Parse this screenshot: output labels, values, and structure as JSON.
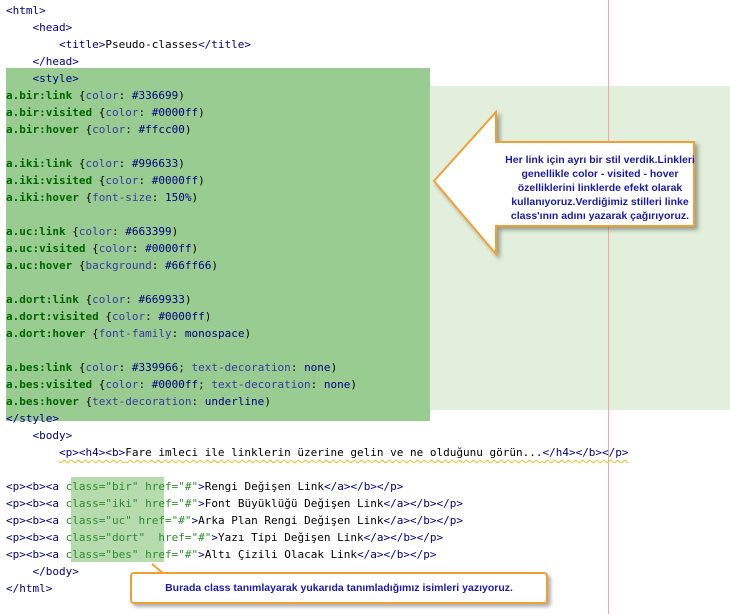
{
  "code_lines": [
    [
      {
        "t": "<html>",
        "c": "tag"
      }
    ],
    [
      {
        "t": "    "
      },
      {
        "t": "<head>",
        "c": "tag"
      }
    ],
    [
      {
        "t": "        "
      },
      {
        "t": "<title>",
        "c": "tag"
      },
      {
        "t": "Pseudo-classes",
        "c": "txt"
      },
      {
        "t": "</title>",
        "c": "tag"
      }
    ],
    [
      {
        "t": "    "
      },
      {
        "t": "</head>",
        "c": "tag"
      }
    ],
    [
      {
        "t": "    "
      },
      {
        "t": "<style>",
        "c": "tag"
      }
    ],
    [
      {
        "t": "a.bir:link",
        "c": "sel"
      },
      {
        "t": " {"
      },
      {
        "t": "color",
        "c": "prop"
      },
      {
        "t": ": "
      },
      {
        "t": "#336699",
        "c": "val"
      },
      {
        "t": ")"
      }
    ],
    [
      {
        "t": "a.bir:visited",
        "c": "sel"
      },
      {
        "t": " {"
      },
      {
        "t": "color",
        "c": "prop"
      },
      {
        "t": ": "
      },
      {
        "t": "#0000ff",
        "c": "val"
      },
      {
        "t": ")"
      }
    ],
    [
      {
        "t": "a.bir:hover",
        "c": "sel"
      },
      {
        "t": " {"
      },
      {
        "t": "color",
        "c": "prop"
      },
      {
        "t": ": "
      },
      {
        "t": "#ffcc00",
        "c": "val"
      },
      {
        "t": ")"
      }
    ],
    [
      {
        "t": ""
      }
    ],
    [
      {
        "t": "a.iki:link",
        "c": "sel"
      },
      {
        "t": " {"
      },
      {
        "t": "color",
        "c": "prop"
      },
      {
        "t": ": "
      },
      {
        "t": "#996633",
        "c": "val"
      },
      {
        "t": ")"
      }
    ],
    [
      {
        "t": "a.iki:visited",
        "c": "sel"
      },
      {
        "t": " {"
      },
      {
        "t": "color",
        "c": "prop"
      },
      {
        "t": ": "
      },
      {
        "t": "#0000ff",
        "c": "val"
      },
      {
        "t": ")"
      }
    ],
    [
      {
        "t": "a.iki:hover",
        "c": "sel"
      },
      {
        "t": " {"
      },
      {
        "t": "font-size",
        "c": "prop"
      },
      {
        "t": ": "
      },
      {
        "t": "150%",
        "c": "val"
      },
      {
        "t": ")"
      }
    ],
    [
      {
        "t": ""
      }
    ],
    [
      {
        "t": "a.uc:link",
        "c": "sel"
      },
      {
        "t": " {"
      },
      {
        "t": "color",
        "c": "prop"
      },
      {
        "t": ": "
      },
      {
        "t": "#663399",
        "c": "val"
      },
      {
        "t": ")"
      }
    ],
    [
      {
        "t": "a.uc:visited",
        "c": "sel"
      },
      {
        "t": " {"
      },
      {
        "t": "color",
        "c": "prop"
      },
      {
        "t": ": "
      },
      {
        "t": "#0000ff",
        "c": "val"
      },
      {
        "t": ")"
      }
    ],
    [
      {
        "t": "a.uc:hover",
        "c": "sel"
      },
      {
        "t": " {"
      },
      {
        "t": "background",
        "c": "prop"
      },
      {
        "t": ": "
      },
      {
        "t": "#66ff66",
        "c": "val"
      },
      {
        "t": ")"
      }
    ],
    [
      {
        "t": ""
      }
    ],
    [
      {
        "t": "a.dort:link",
        "c": "sel"
      },
      {
        "t": " {"
      },
      {
        "t": "color",
        "c": "prop"
      },
      {
        "t": ": "
      },
      {
        "t": "#669933",
        "c": "val"
      },
      {
        "t": ")"
      }
    ],
    [
      {
        "t": "a.dort:visited",
        "c": "sel"
      },
      {
        "t": " {"
      },
      {
        "t": "color",
        "c": "prop"
      },
      {
        "t": ": "
      },
      {
        "t": "#0000ff",
        "c": "val"
      },
      {
        "t": ")"
      }
    ],
    [
      {
        "t": "a.dort:hover",
        "c": "sel"
      },
      {
        "t": " {"
      },
      {
        "t": "font-family",
        "c": "prop"
      },
      {
        "t": ": "
      },
      {
        "t": "monospace",
        "c": "val"
      },
      {
        "t": ")"
      }
    ],
    [
      {
        "t": ""
      }
    ],
    [
      {
        "t": "a.bes:link",
        "c": "sel"
      },
      {
        "t": " {"
      },
      {
        "t": "color",
        "c": "prop"
      },
      {
        "t": ": "
      },
      {
        "t": "#339966",
        "c": "val"
      },
      {
        "t": "; "
      },
      {
        "t": "text-decoration",
        "c": "prop"
      },
      {
        "t": ": "
      },
      {
        "t": "none",
        "c": "val"
      },
      {
        "t": ")"
      }
    ],
    [
      {
        "t": "a.bes:visited",
        "c": "sel"
      },
      {
        "t": " {"
      },
      {
        "t": "color",
        "c": "prop"
      },
      {
        "t": ": "
      },
      {
        "t": "#0000ff",
        "c": "val"
      },
      {
        "t": "; "
      },
      {
        "t": "text-decoration",
        "c": "prop"
      },
      {
        "t": ": "
      },
      {
        "t": "none",
        "c": "val"
      },
      {
        "t": ")"
      }
    ],
    [
      {
        "t": "a.bes:hover",
        "c": "sel"
      },
      {
        "t": " {"
      },
      {
        "t": "text-decoration",
        "c": "prop"
      },
      {
        "t": ": "
      },
      {
        "t": "underline",
        "c": "val"
      },
      {
        "t": ")"
      }
    ],
    [
      {
        "t": "</style>",
        "c": "tag"
      }
    ],
    [
      {
        "t": "    "
      },
      {
        "t": "<body>",
        "c": "tag"
      }
    ],
    [
      {
        "t": "        "
      },
      {
        "t": "<p><h4><b>",
        "c": "tag squig"
      },
      {
        "t": "Fare imleci ile linklerin üzerine gelin ve ne olduğunu görün...",
        "c": "txt squig"
      },
      {
        "t": "</h4></b></p>",
        "c": "tag squig"
      }
    ],
    [
      {
        "t": ""
      }
    ],
    [
      {
        "t": "<p><b><a ",
        "c": "tag"
      },
      {
        "t": "class=",
        "c": "attr"
      },
      {
        "t": "\"bir\"",
        "c": "str"
      },
      {
        "t": " href=",
        "c": "attr"
      },
      {
        "t": "\"#\"",
        "c": "str"
      },
      {
        "t": ">",
        "c": "tag"
      },
      {
        "t": "Rengi Değişen Link",
        "c": "txt"
      },
      {
        "t": "</a></b></p>",
        "c": "tag"
      }
    ],
    [
      {
        "t": "<p><b><a ",
        "c": "tag"
      },
      {
        "t": "class=",
        "c": "attr"
      },
      {
        "t": "\"iki\"",
        "c": "str"
      },
      {
        "t": " href=",
        "c": "attr"
      },
      {
        "t": "\"#\"",
        "c": "str"
      },
      {
        "t": ">",
        "c": "tag"
      },
      {
        "t": "Font Büyüklüğü Değişen Link",
        "c": "txt"
      },
      {
        "t": "</a></b></p>",
        "c": "tag"
      }
    ],
    [
      {
        "t": "<p><b><a ",
        "c": "tag"
      },
      {
        "t": "class=",
        "c": "attr"
      },
      {
        "t": "\"uc\"",
        "c": "str"
      },
      {
        "t": " href=",
        "c": "attr"
      },
      {
        "t": "\"#\"",
        "c": "str"
      },
      {
        "t": ">",
        "c": "tag"
      },
      {
        "t": "Arka Plan Rengi Değişen Link",
        "c": "txt"
      },
      {
        "t": "</a></b></p>",
        "c": "tag"
      }
    ],
    [
      {
        "t": "<p><b><a ",
        "c": "tag"
      },
      {
        "t": "class=",
        "c": "attr"
      },
      {
        "t": "\"dort\"",
        "c": "str"
      },
      {
        "t": "  href=",
        "c": "attr"
      },
      {
        "t": "\"#\"",
        "c": "str"
      },
      {
        "t": ">",
        "c": "tag"
      },
      {
        "t": "Yazı Tipi Değişen Link",
        "c": "txt"
      },
      {
        "t": "</a></b></p>",
        "c": "tag"
      }
    ],
    [
      {
        "t": "<p><b><a ",
        "c": "tag"
      },
      {
        "t": "class=",
        "c": "attr"
      },
      {
        "t": "\"bes\"",
        "c": "str"
      },
      {
        "t": " href=",
        "c": "attr"
      },
      {
        "t": "\"#\"",
        "c": "str"
      },
      {
        "t": ">",
        "c": "tag"
      },
      {
        "t": "Altı Çizili Olacak Link",
        "c": "txt"
      },
      {
        "t": "</a></b></p>",
        "c": "tag"
      }
    ],
    [
      {
        "t": "    "
      },
      {
        "t": "</body>",
        "c": "tag"
      }
    ],
    [
      {
        "t": "</html>",
        "c": "tag"
      }
    ]
  ],
  "annotations": {
    "arrow_callout": "Her link için ayrı bir stil verdik.Linkleri genellikle color - visited - hover özelliklerini linklerde efekt olarak kullanıyoruz.Verdiğimiz stilleri linke class'ının adını yazarak çağırıyoruz.",
    "bottom_box": "Burada class tanımlayarak yukarıda tanımladığımız isimleri yazıyoruz."
  },
  "colors": {
    "highlight_strong": "#98cc90",
    "highlight_light": "#e2efdc",
    "callout_border": "#f0a030",
    "callout_text": "#1a1aa8"
  }
}
